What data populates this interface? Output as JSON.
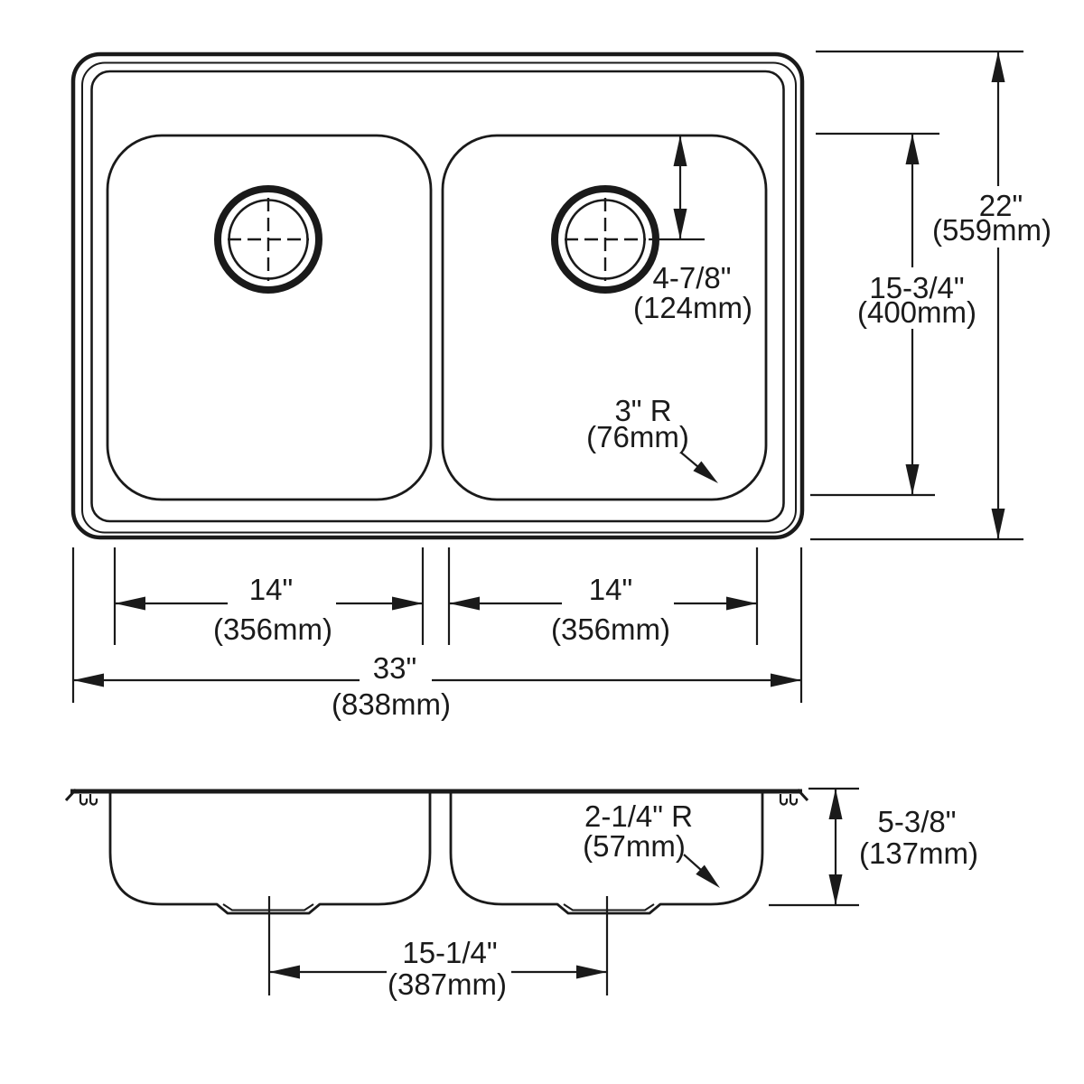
{
  "colors": {
    "ink": "#1a1a1a",
    "background": "#ffffff"
  },
  "top_view": {
    "drain_offset": {
      "in": "4-7/8\"",
      "mm": "(124mm)"
    },
    "corner_radius": {
      "in": "3\" R",
      "mm": "(76mm)"
    },
    "bowl_front_back": {
      "in": "15-3/4\"",
      "mm": "(400mm)"
    },
    "overall_front_back": {
      "in": "22\"",
      "mm": "(559mm)"
    },
    "left_bowl_width": {
      "in": "14\"",
      "mm": "(356mm)"
    },
    "right_bowl_width": {
      "in": "14\"",
      "mm": "(356mm)"
    },
    "overall_width": {
      "in": "33\"",
      "mm": "(838mm)"
    }
  },
  "section_view": {
    "bottom_radius": {
      "in": "2-1/4\" R",
      "mm": "(57mm)"
    },
    "depth": {
      "in": "5-3/8\"",
      "mm": "(137mm)"
    },
    "drain_spacing": {
      "in": "15-1/4\"",
      "mm": "(387mm)"
    }
  }
}
